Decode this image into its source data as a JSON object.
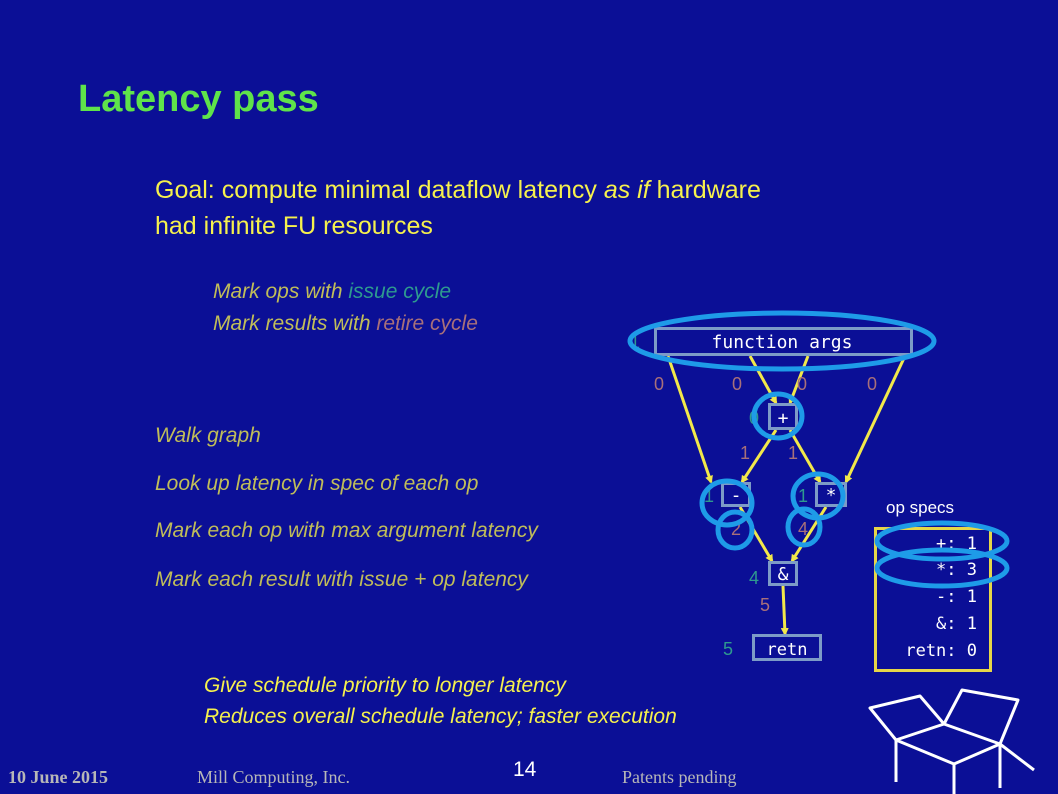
{
  "slide": {
    "title": "Latency pass",
    "goal_line1_prefix": "Goal: compute minimal dataflow latency ",
    "goal_line1_emph": "as if",
    "goal_line1_suffix": " hardware",
    "goal_line2": "had infinite FU resources"
  },
  "marks": {
    "line1_prefix": "Mark ops with ",
    "line1_colored": "issue cycle",
    "line2_prefix": "Mark results with ",
    "line2_colored": "retire cycle"
  },
  "steps": [
    "Walk graph",
    "Look up latency in spec of each op",
    "Mark each op with max argument latency",
    "Mark each result with issue + op latency"
  ],
  "notes": [
    "Give schedule priority to longer latency",
    "Reduces overall schedule latency; faster execution"
  ],
  "graph": {
    "args_label": "function args",
    "args_side": "1",
    "arg_retire": [
      "0",
      "0",
      "0",
      "0"
    ],
    "plus_op": "+",
    "plus_issue": "0",
    "plus_results": [
      "1",
      "1"
    ],
    "minus_op": "-",
    "minus_issue": "1",
    "minus_retire": "2",
    "mul_op": "*",
    "mul_issue": "1",
    "mul_retire": "4",
    "and_op": "&",
    "and_issue": "4",
    "and_retire": "5",
    "retn_op": "retn",
    "retn_issue": "5"
  },
  "op_specs": {
    "label": "op specs",
    "lines": [
      "+: 1",
      "*: 3",
      "-: 1",
      "&: 1",
      "retn: 0"
    ]
  },
  "footer": {
    "date": "10 June 2015",
    "company": "Mill Computing, Inc.",
    "page": "14",
    "patents": "Patents pending"
  },
  "colors": {
    "background": "#0b0f96",
    "title": "#5fe34a",
    "goal": "#f6f14d",
    "issue": "#2e9a8f",
    "retire": "#a8707a",
    "arrow": "#f2e84a",
    "highlight_ellipse": "#1e9be8",
    "op_box": "#7d9bc7"
  },
  "icons": [
    "box-logo-icon"
  ]
}
